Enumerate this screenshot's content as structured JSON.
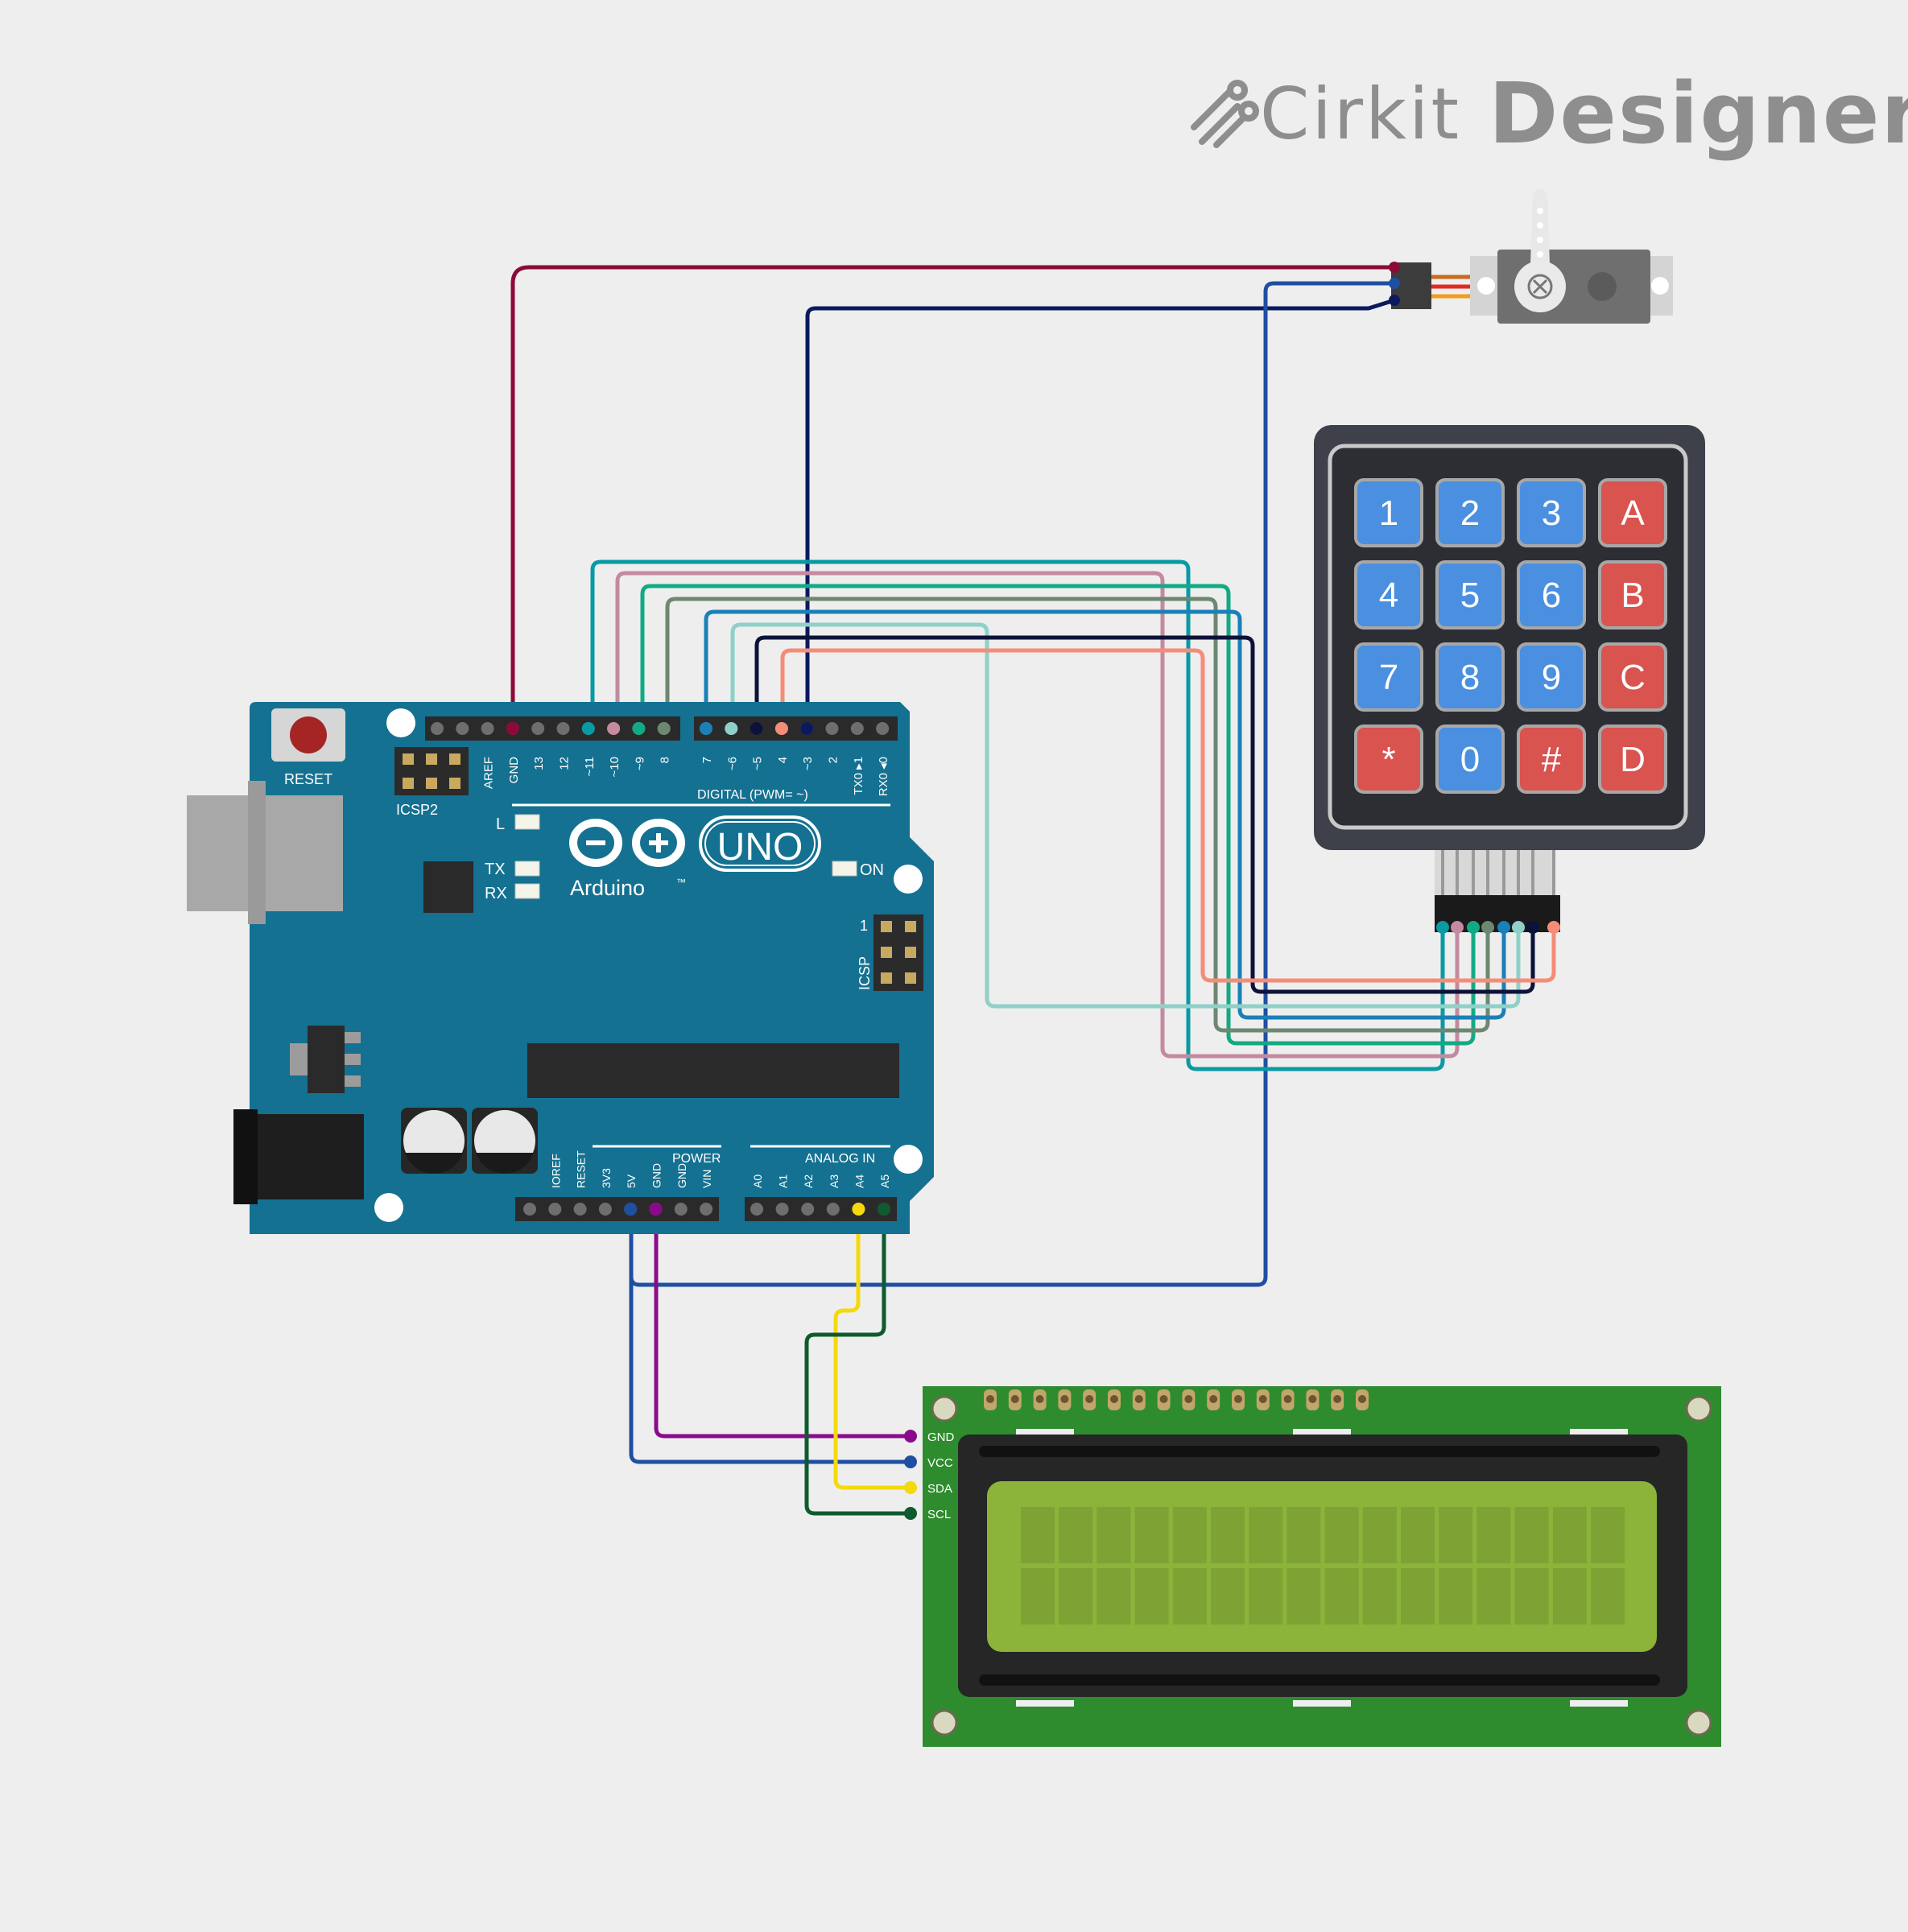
{
  "brand": {
    "name": "Cirkit",
    "product": "Designer",
    "icon": "cirkit-logo-icon"
  },
  "arduino": {
    "logo_text": "Arduino",
    "model": "UNO",
    "tm": "™",
    "reset_label": "RESET",
    "icsp2_label": "ICSP2",
    "icsp_label": "ICSP",
    "icsp_pin1": "1",
    "led_labels": [
      "L",
      "TX",
      "RX"
    ],
    "on_label": "ON",
    "digital_header_label": "DIGITAL (PWM= ~)",
    "power_header_label": "POWER",
    "analog_header_label": "ANALOG IN",
    "top_pin_labels": [
      "AREF",
      "GND",
      "13",
      "12",
      "~11",
      "~10",
      "~9",
      "8",
      "7",
      "~6",
      "~5",
      "4",
      "~3",
      "2",
      "TX0 ▸1",
      "RX0 ◂0"
    ],
    "power_pin_labels": [
      "IOREF",
      "RESET",
      "3V3",
      "5V",
      "GND",
      "GND",
      "VIN"
    ],
    "analog_pin_labels": [
      "A0",
      "A1",
      "A2",
      "A3",
      "A4",
      "A5"
    ]
  },
  "keypad": {
    "rows": [
      [
        "1",
        "2",
        "3",
        "A"
      ],
      [
        "4",
        "5",
        "6",
        "B"
      ],
      [
        "7",
        "8",
        "9",
        "C"
      ],
      [
        "*",
        "0",
        "#",
        "D"
      ]
    ],
    "colors": {
      "digit": "#4a8fe0",
      "letter": "#d9534f",
      "body": "#3e4149"
    }
  },
  "lcd": {
    "pin_labels": [
      "GND",
      "VCC",
      "SDA",
      "SCL"
    ],
    "colors": {
      "board": "#2e8b2e",
      "screen": "#8cb33a"
    }
  },
  "wire_colors": {
    "gnd_servo": "#8b0a3a",
    "pin3_servo": "#0b1a5e",
    "vcc_servo_lcd": "#1f4fa3",
    "gnd_lcd": "#8b0a8b",
    "sda": "#f5d90a",
    "scl": "#0f5a2e",
    "pin11": "#0a9aa3",
    "pin10": "#c48aa0",
    "pin9": "#12aa84",
    "pin8": "#6d8870",
    "pin7": "#1a80b8",
    "pin6": "#8fd0c8",
    "pin5": "#0c1238",
    "pin4": "#f48c78"
  }
}
